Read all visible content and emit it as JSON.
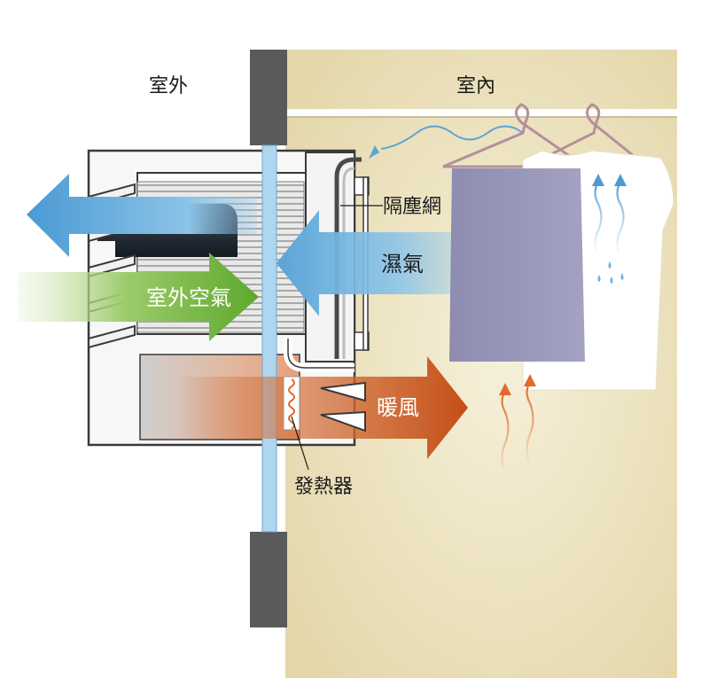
{
  "labels": {
    "outdoor": "室外",
    "indoor": "室內",
    "filter": "隔塵網",
    "humid_air": "濕氣",
    "outdoor_air": "室外空氣",
    "warm_air": "暖風",
    "heater": "發熱器"
  },
  "colors": {
    "indoor_bg": "#e8dcb0",
    "wall": "#5c5c5c",
    "glass": "#a9d4ee",
    "exhaust_arrow": "#6fb3df",
    "intake_arrow": "#7ab648",
    "warm_arrow": "#c8531f",
    "towel": "#9a98b8",
    "hanger": "#b58f9c"
  }
}
